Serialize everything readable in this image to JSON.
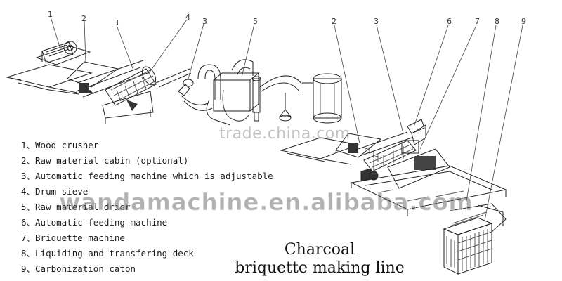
{
  "callouts": {
    "left": [
      "1",
      "2",
      "3",
      "4",
      "3",
      "5"
    ],
    "right": [
      "2",
      "3",
      "6",
      "7",
      "8",
      "9"
    ]
  },
  "legend": [
    "1、Wood crusher",
    "2、Raw material cabin (optional)",
    "3、Automatic feeding machine which is adjustable",
    "4、Drum sieve",
    "5、Raw material drier",
    "6、Automatic feeding machine",
    "7、Briquette machine",
    "8、Liquiding and transfering deck",
    "9、Carbonization caton"
  ],
  "title": {
    "line1": "Charcoal",
    "line2": "briquette making line"
  },
  "watermarks": {
    "site": "trade.china.com",
    "brand": "wandamachine.en.alibaba.com"
  }
}
